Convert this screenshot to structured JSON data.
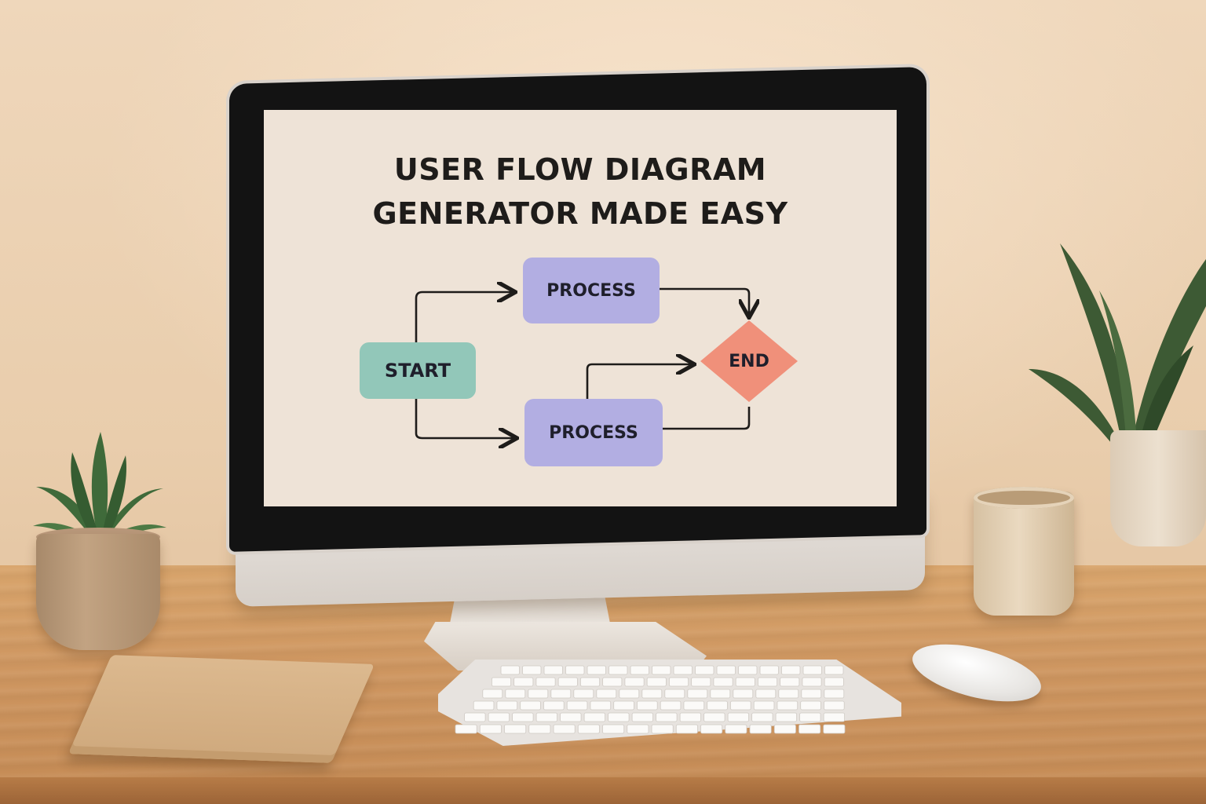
{
  "screen": {
    "title_line1": "USER FLOW DIAGRAM",
    "title_line2": "GENERATOR MADE EASY"
  },
  "diagram": {
    "nodes": [
      {
        "id": "start",
        "label": "START",
        "shape": "rounded-rect",
        "color": "#92c7b9"
      },
      {
        "id": "process_top",
        "label": "PROCESS",
        "shape": "rounded-rect",
        "color": "#b2aee2"
      },
      {
        "id": "process_bottom",
        "label": "PROCESS",
        "shape": "rounded-rect",
        "color": "#b2aee2"
      },
      {
        "id": "end",
        "label": "END",
        "shape": "diamond",
        "color": "#f0907a"
      }
    ],
    "edges": [
      {
        "from": "start",
        "to": "process_top"
      },
      {
        "from": "start",
        "to": "process_bottom"
      },
      {
        "from": "process_top",
        "to": "end"
      },
      {
        "from": "process_bottom",
        "to": "end"
      }
    ]
  },
  "scene": {
    "objects": [
      "monitor",
      "keyboard",
      "mouse",
      "mug-icon",
      "succulent-plant",
      "potted-plant",
      "notebook"
    ]
  }
}
